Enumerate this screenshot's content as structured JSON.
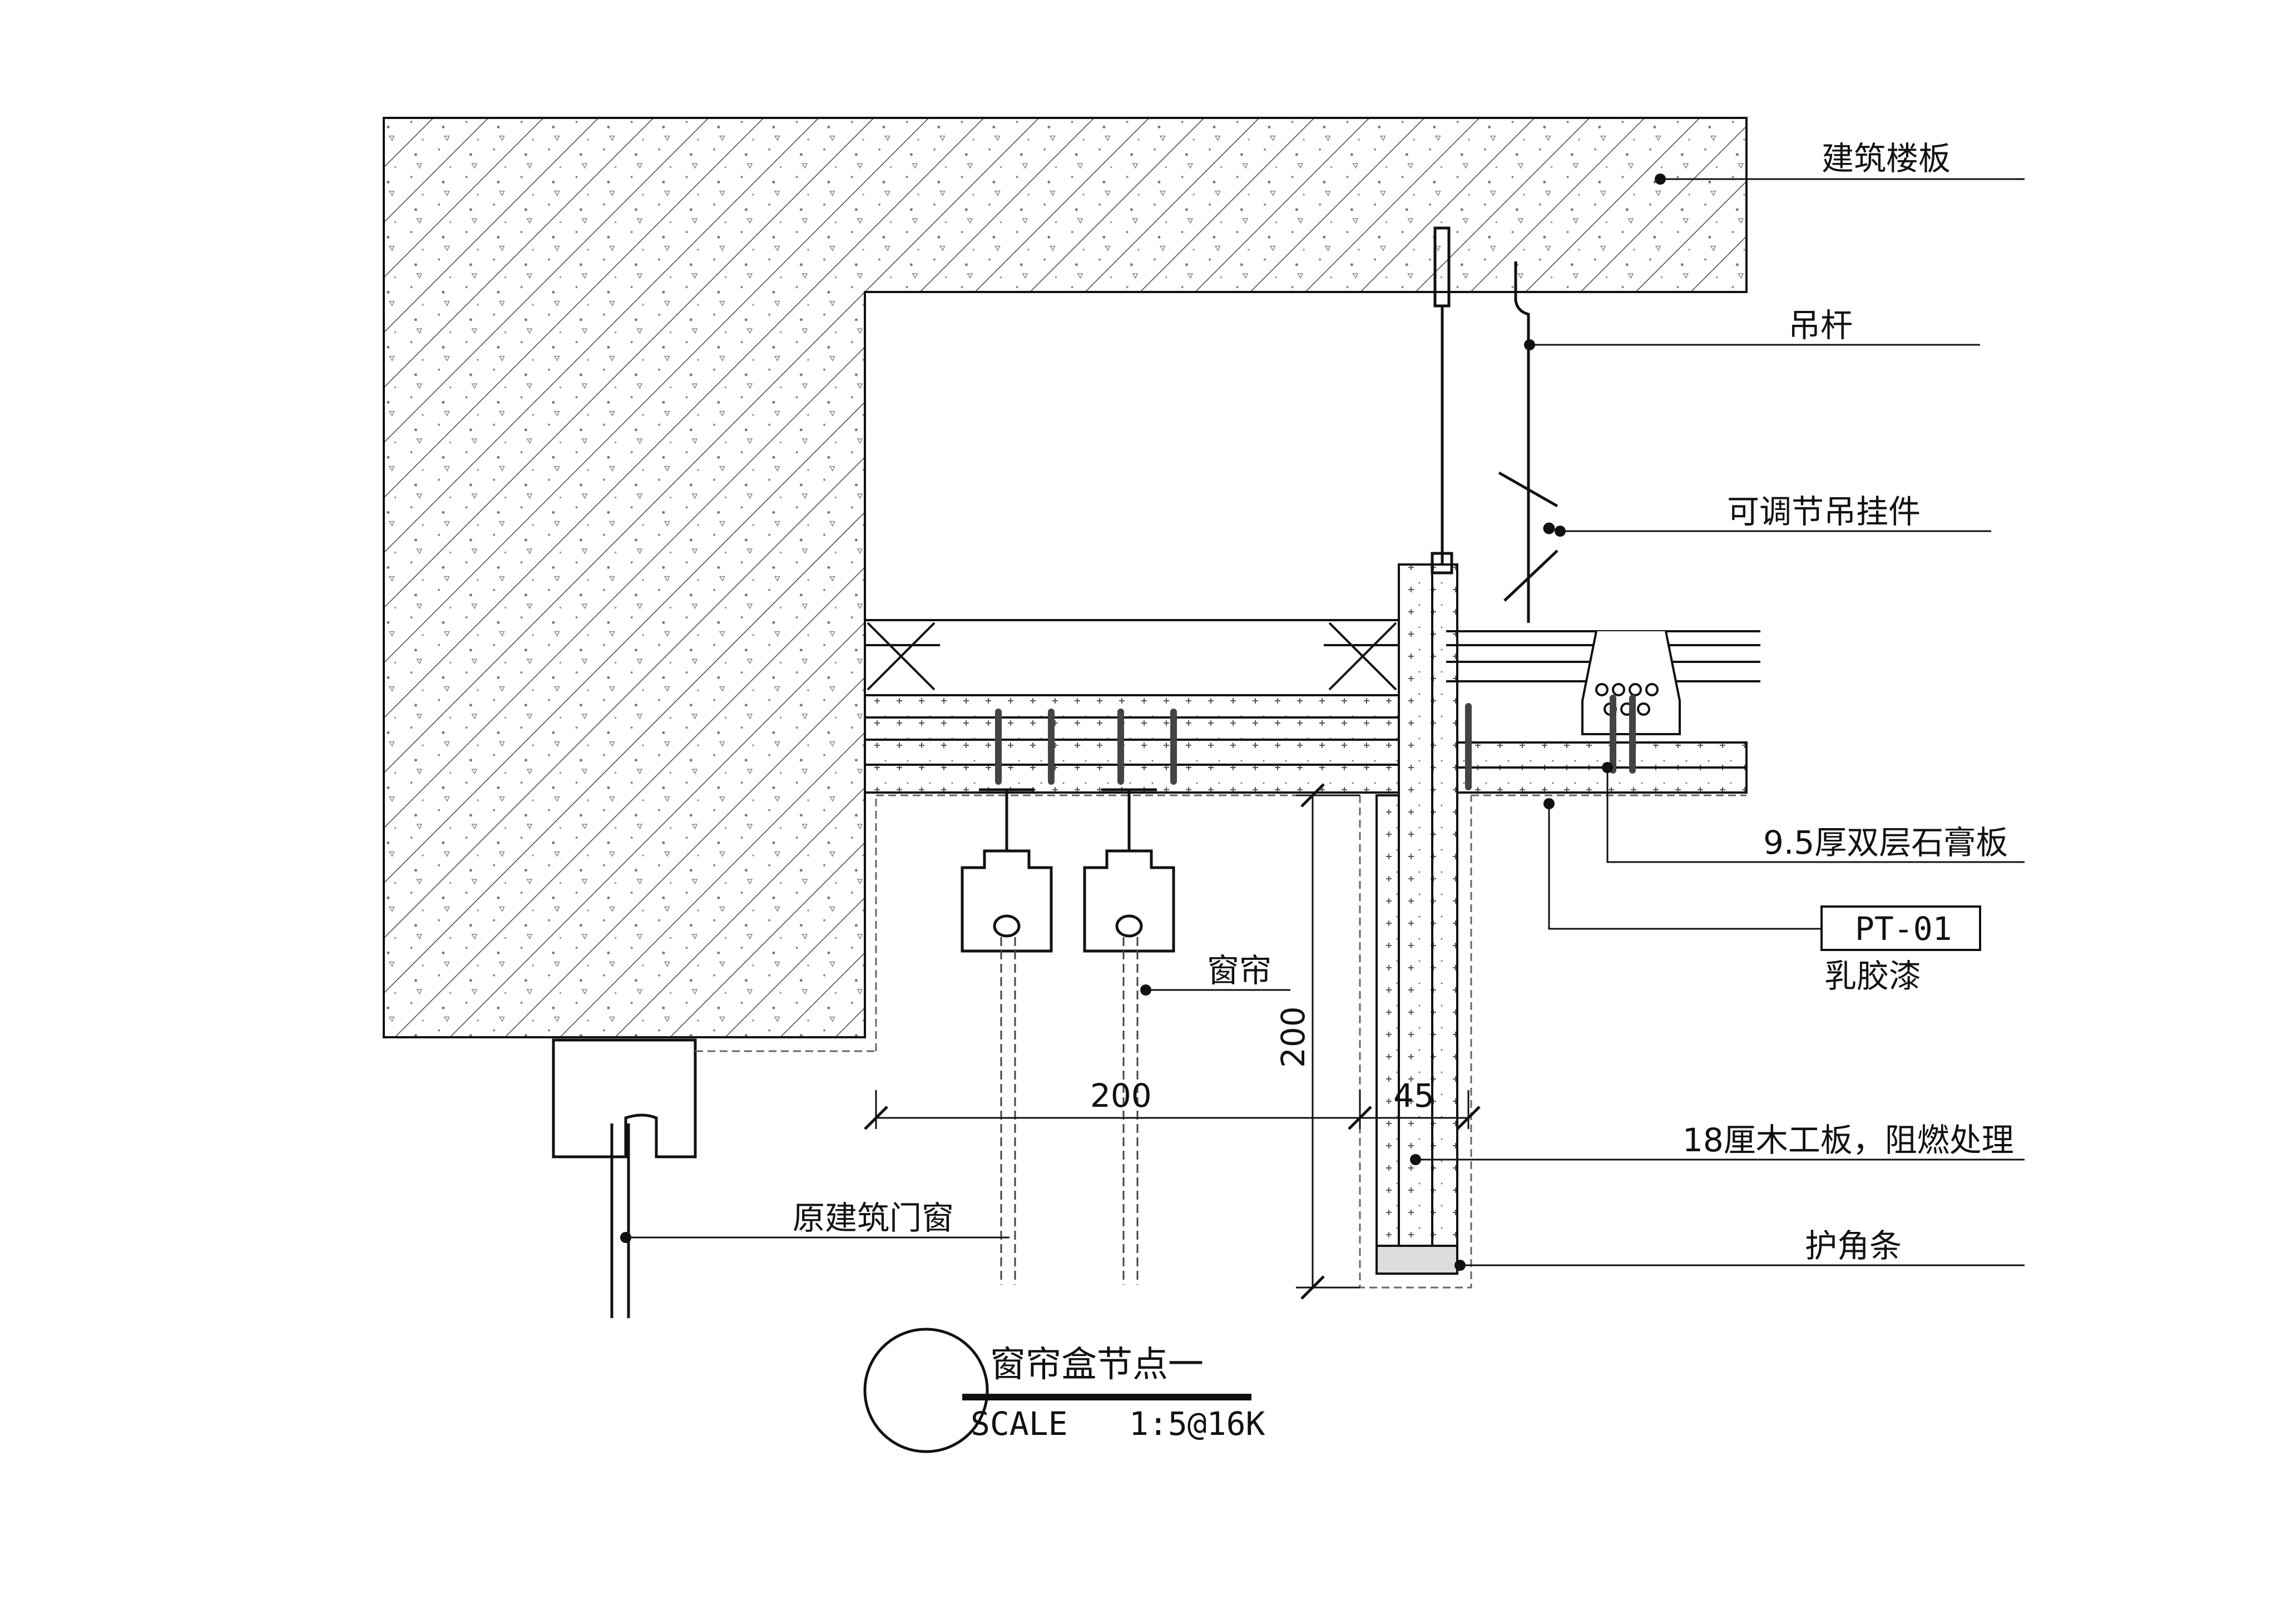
{
  "callouts": {
    "floor_slab": "建筑楼板",
    "hanger_rod": "吊杆",
    "adjustable_hanger": "可调节吊挂件",
    "gypsum_board": "9.5厚双层石膏板",
    "paint_code": "PT-01",
    "paint_name": "乳胶漆",
    "curtain": "窗帘",
    "wood_board": "18厘木工板，阻燃处理",
    "corner_guard": "护角条",
    "window_frame": "原建筑门窗"
  },
  "dimensions": {
    "horizontal_width": "200",
    "vertical_height": "200",
    "board_width": "45"
  },
  "title_block": {
    "title": "窗帘盒节点一",
    "scale_label": "SCALE",
    "scale_value": "1:5@16K"
  },
  "colors": {
    "line": "#111111",
    "hatch": "#333333"
  }
}
